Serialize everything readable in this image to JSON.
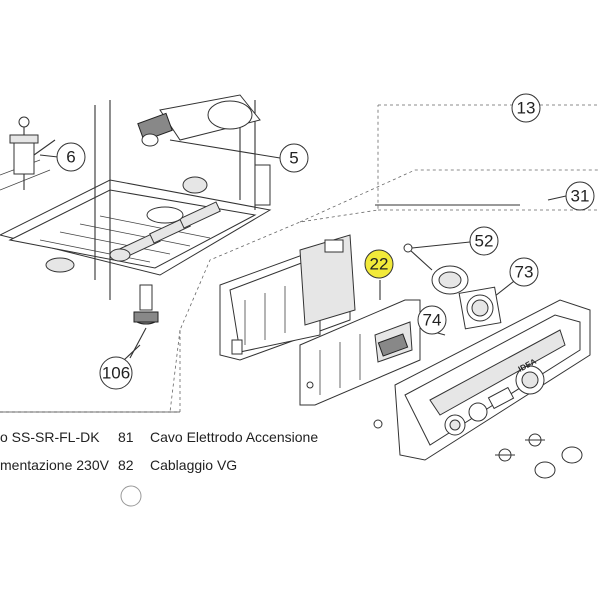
{
  "callouts": {
    "c6": "6",
    "c5": "5",
    "c31": "31",
    "c52": "52",
    "c22": "22",
    "c73": "73",
    "c74": "74",
    "c106": "106",
    "c13": "13"
  },
  "highlight_color": "#f2ea3a",
  "legend": [
    {
      "num": "",
      "text": "o SS-SR-FL-DK"
    },
    {
      "num": "81",
      "text": "Cavo Elettrodo Accensione"
    },
    {
      "num": "",
      "text": "mentazione 230V"
    },
    {
      "num": "82",
      "text": "Cablaggio VG"
    }
  ],
  "panel_brand": "IDEA"
}
